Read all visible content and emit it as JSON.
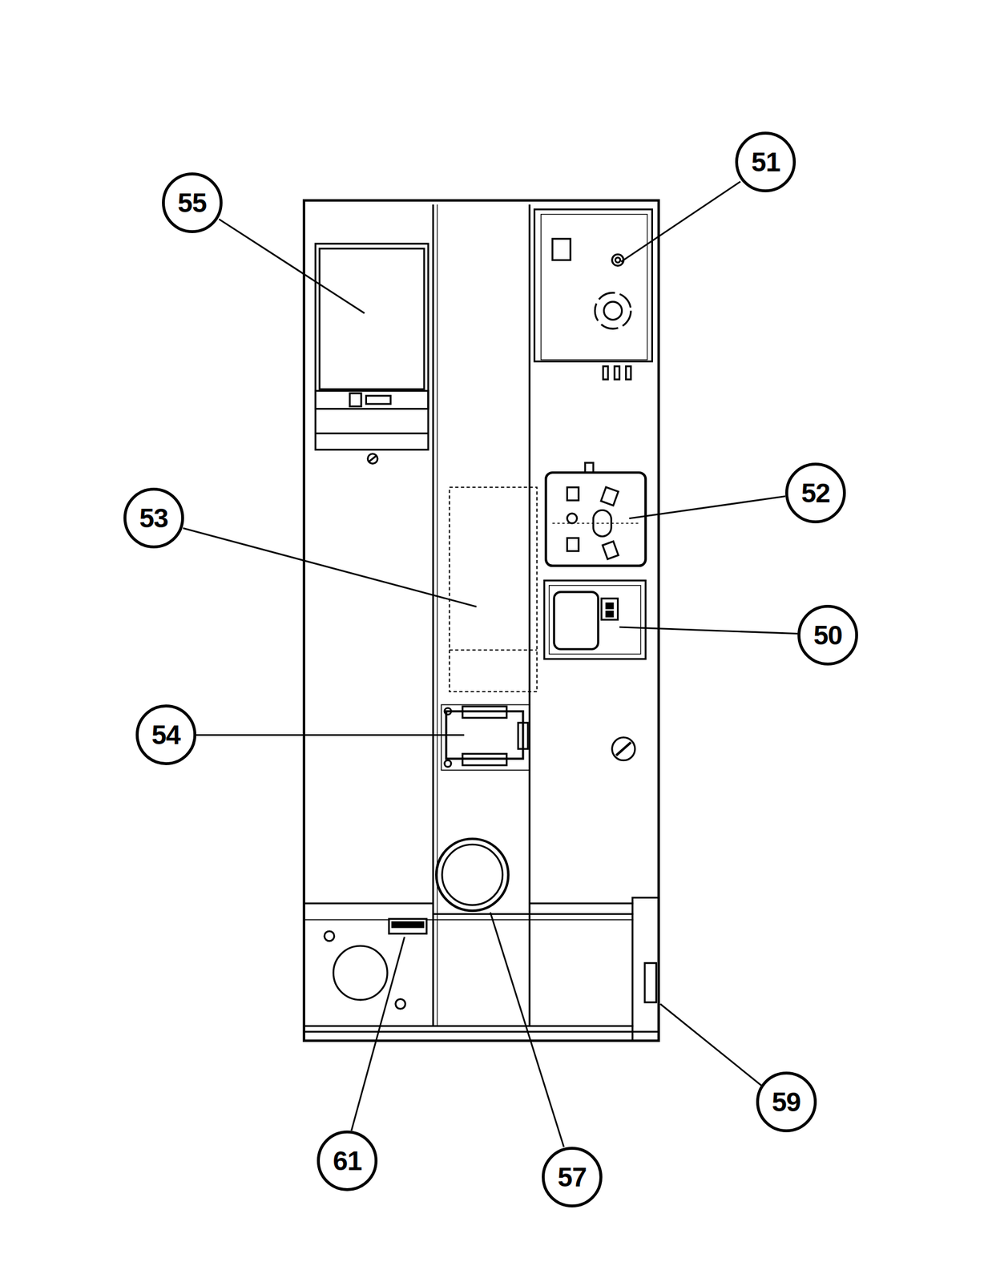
{
  "diagram": {
    "nodes": [
      {
        "text": [
          "55"
        ]
      },
      {
        "text": [
          "51"
        ]
      },
      {
        "text": [
          "52"
        ]
      },
      {
        "text": [
          "53"
        ]
      },
      {
        "text": [
          "50"
        ]
      },
      {
        "text": [
          "54"
        ]
      },
      {
        "text": [
          "59"
        ]
      },
      {
        "text": [
          "61"
        ]
      },
      {
        "text": [
          "57"
        ]
      }
    ]
  }
}
